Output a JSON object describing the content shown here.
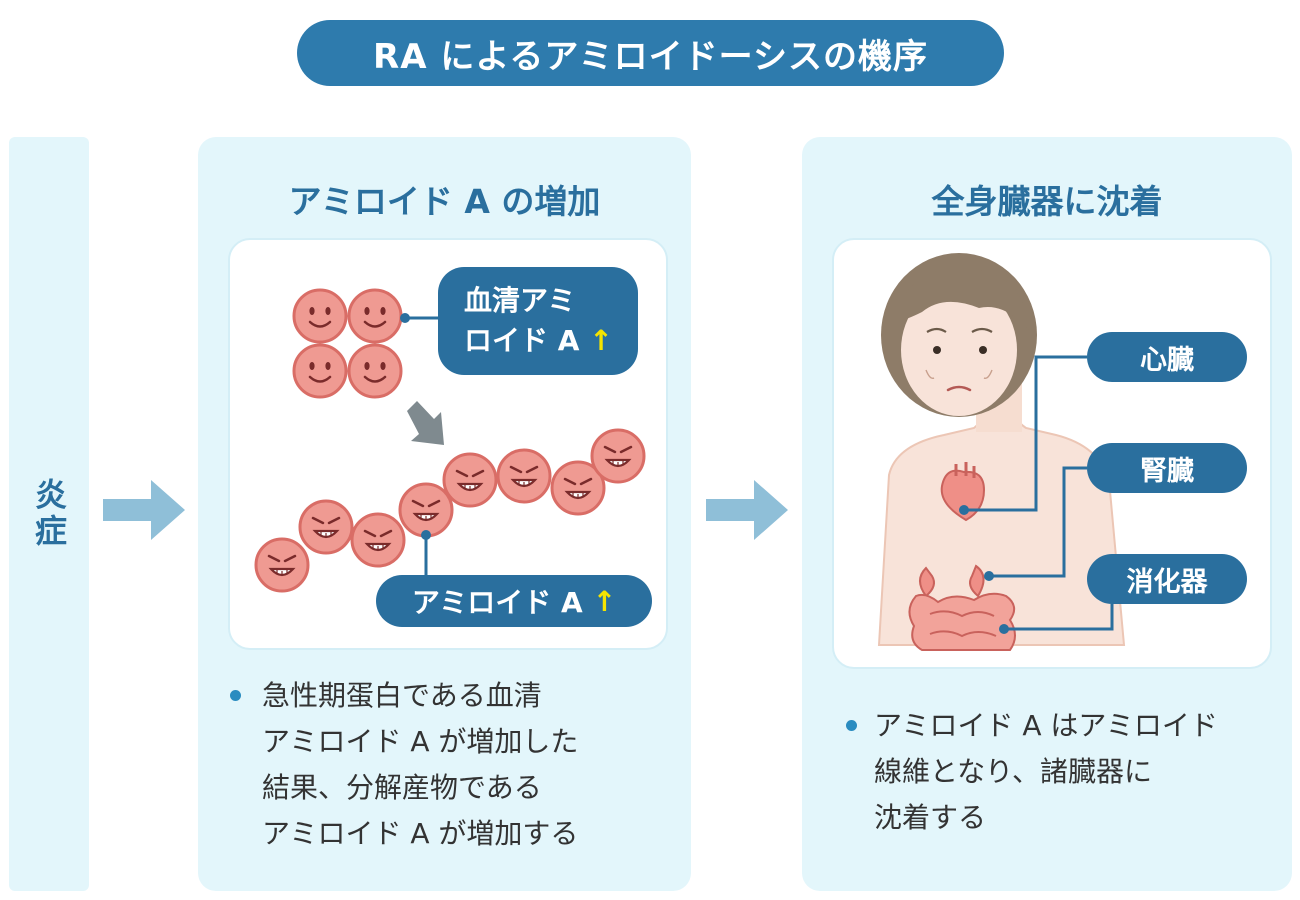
{
  "title": "RA によるアミロイドーシスの機序",
  "inflammation": "炎症",
  "left_panel": {
    "title": "アミロイド A の増加",
    "serum_label": {
      "line1": "血清アミ",
      "line2": "ロイド A",
      "arrow": "↑"
    },
    "amyloid_label": {
      "text": "アミロイド A",
      "arrow": "↑"
    },
    "description": [
      "急性期蛋白である血清",
      "アミロイド A が増加した",
      "結果、分解産物である",
      "アミロイド A が増加する"
    ]
  },
  "right_panel": {
    "title": "全身臓器に沈着",
    "organs": [
      "心臓",
      "腎臓",
      "消化器"
    ],
    "description": [
      "アミロイド A はアミロイド",
      "線維となり、諸臓器に",
      "沈着する"
    ]
  },
  "colors": {
    "accent": "#2a6f9e",
    "panel_bg": "#e3f6fb",
    "up_arrow": "#f5e400",
    "cell": "#ef9a92",
    "flow_arrow": "#8fbfd8"
  }
}
